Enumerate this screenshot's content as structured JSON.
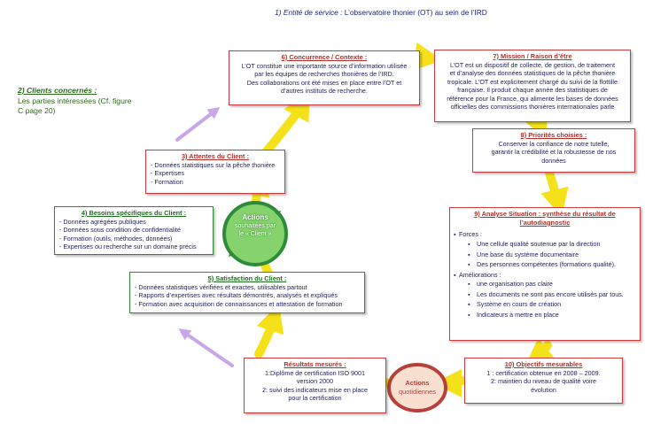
{
  "header": {
    "prefix": "1) Entité de service :",
    "text": "L’observatoire thonier (OT) au sein de l’IRD"
  },
  "clients": {
    "title": "2) Clients concernés :",
    "line1": "Les parties intéressées (Cf. figure",
    "line2": "C page 20)"
  },
  "contexte": {
    "title": "6) Concurrence / Contexte :",
    "lines": [
      "L’OT constitue une importante source d’information utilisée",
      "par les équipes de recherches thonières de l’IRD.",
      "Des collaborations ont été mises en place entre l’OT et",
      "d’autres instituts de recherche."
    ]
  },
  "mission": {
    "title": "7) Mission / Raison d’être",
    "lines": [
      "L’OT est un dispositif de collecte, de gestion, de traitement",
      "et d’analyse des données statistiques de la pêche thonière",
      "tropicale. L’OT est explicitement chargé du suivi de la flottille",
      "française. Il produit chaque année des statistiques de",
      "référence pour la France, qui alimente les bases de données",
      "officielles des commissions thonières internationales parle"
    ]
  },
  "priorites": {
    "title": "8) Priorités choisies :",
    "lines": [
      "Conserver la confiance de notre tutelle,",
      "garantir la crédibilité et la robustesse de nos",
      "données"
    ]
  },
  "attentes": {
    "title": "3) Attentes du Client :",
    "lines": [
      "- Données statistiques sur la pêche thonière",
      "- Expertises",
      "- Formation"
    ]
  },
  "besoins": {
    "title": "4) Besoins spécifiques du Client :",
    "lines": [
      "- Données agrégées publiques",
      "- Données sous condition de confidentialité",
      "- Formation (outils, méthodes, données)",
      "- Expertises ou recherche sur un domaine précis"
    ]
  },
  "satisfaction": {
    "title": "5) Satisfaction du Client :",
    "lines": [
      "- Données statistiques vérifiées et exactes, utilisables partout",
      "- Rapports d’expertises avec résultats démontrés, analysés et expliqués",
      "- Formation avec acquisition de connaissances et attestation de formation"
    ]
  },
  "analyse": {
    "title": "9) Analyse Situation : synthèse du résultat de l’autodiagnostic",
    "forces_label": "Forces :",
    "forces": [
      "Une cellule qualité soutenue par la direction",
      "Une base du système documentaire",
      "Des personnes compétentes (formations qualité)."
    ],
    "ameliorations_label": "Améliorations :",
    "ameliorations": [
      "une organisation pas claire",
      "Les documents ne sont pas encore utilisés par tous.",
      "Système en cours de création",
      "Indicateurs à mettre en place"
    ]
  },
  "resultats": {
    "title": "Résultats mesurés :",
    "lines": [
      "1:Diplôme de certification ISO 9001",
      "version 2000",
      "2: suivi des indicateurs mise en place",
      "pour la certification"
    ]
  },
  "objectifs": {
    "title": "10) Objectifs mesurables",
    "lines": [
      "1 : certification obtenue en 2008 – 2009.",
      "2: maintien du niveau de qualité voire",
      "évolution"
    ]
  },
  "actions_client": {
    "l1": "Actions",
    "l2": "souhaitées par",
    "l3": "le « Client »"
  },
  "actions_quotidiennes": {
    "l1": "Actions",
    "l2": "quotidiennes"
  },
  "colors": {
    "box_red": "#cc3b3b",
    "box_green": "#2f8a2f",
    "loop_yellow": "#f5e11a",
    "arrow_purple": "#c9a6e8",
    "circle_green": "#2e8b3a",
    "circle_red": "#b8403a"
  }
}
